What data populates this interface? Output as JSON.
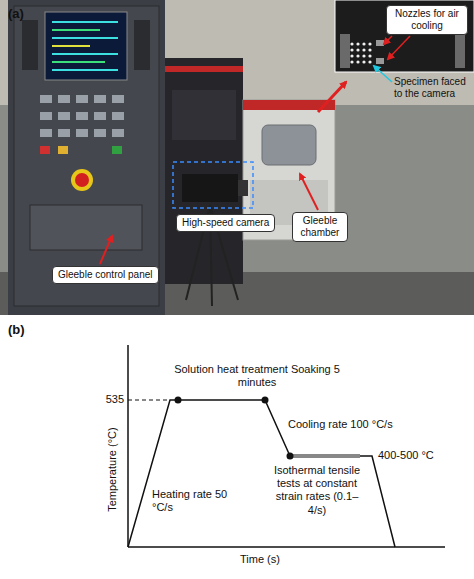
{
  "diagram": {
    "nodes": [
      {
        "text": [
          "Gleeble control panel"
        ]
      },
      {
        "text": [
          "High-speed camera"
        ]
      },
      {
        "text": [
          "Gleeble chamber"
        ]
      },
      {
        "text": [
          "Nozzles for air cooling"
        ]
      }
    ],
    "labels": [
      "(a)",
      "Specimen faced to the camera",
      "(b)",
      "535",
      "Solution heat treatment Soaking 5 minutes",
      "Cooling rate 100 °C/s",
      "400-500 °C",
      "Isothermal tensile tests at constant strain rates (0.1–4/s)",
      "Heating rate 50 °C/s",
      "Temperature (°C)",
      "Time (s)"
    ]
  }
}
